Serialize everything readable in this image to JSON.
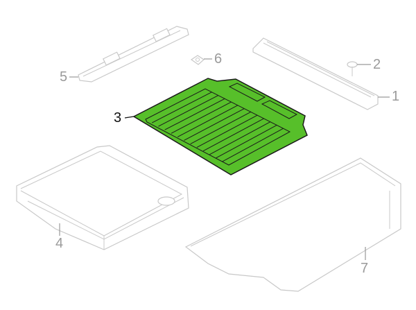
{
  "diagram": {
    "highlight_color": "#57bf2a",
    "callouts": [
      {
        "id": "1",
        "label": "1"
      },
      {
        "id": "2",
        "label": "2"
      },
      {
        "id": "3",
        "label": "3",
        "highlighted": true
      },
      {
        "id": "4",
        "label": "4"
      },
      {
        "id": "5",
        "label": "5"
      },
      {
        "id": "6",
        "label": "6"
      },
      {
        "id": "7",
        "label": "7"
      }
    ]
  }
}
